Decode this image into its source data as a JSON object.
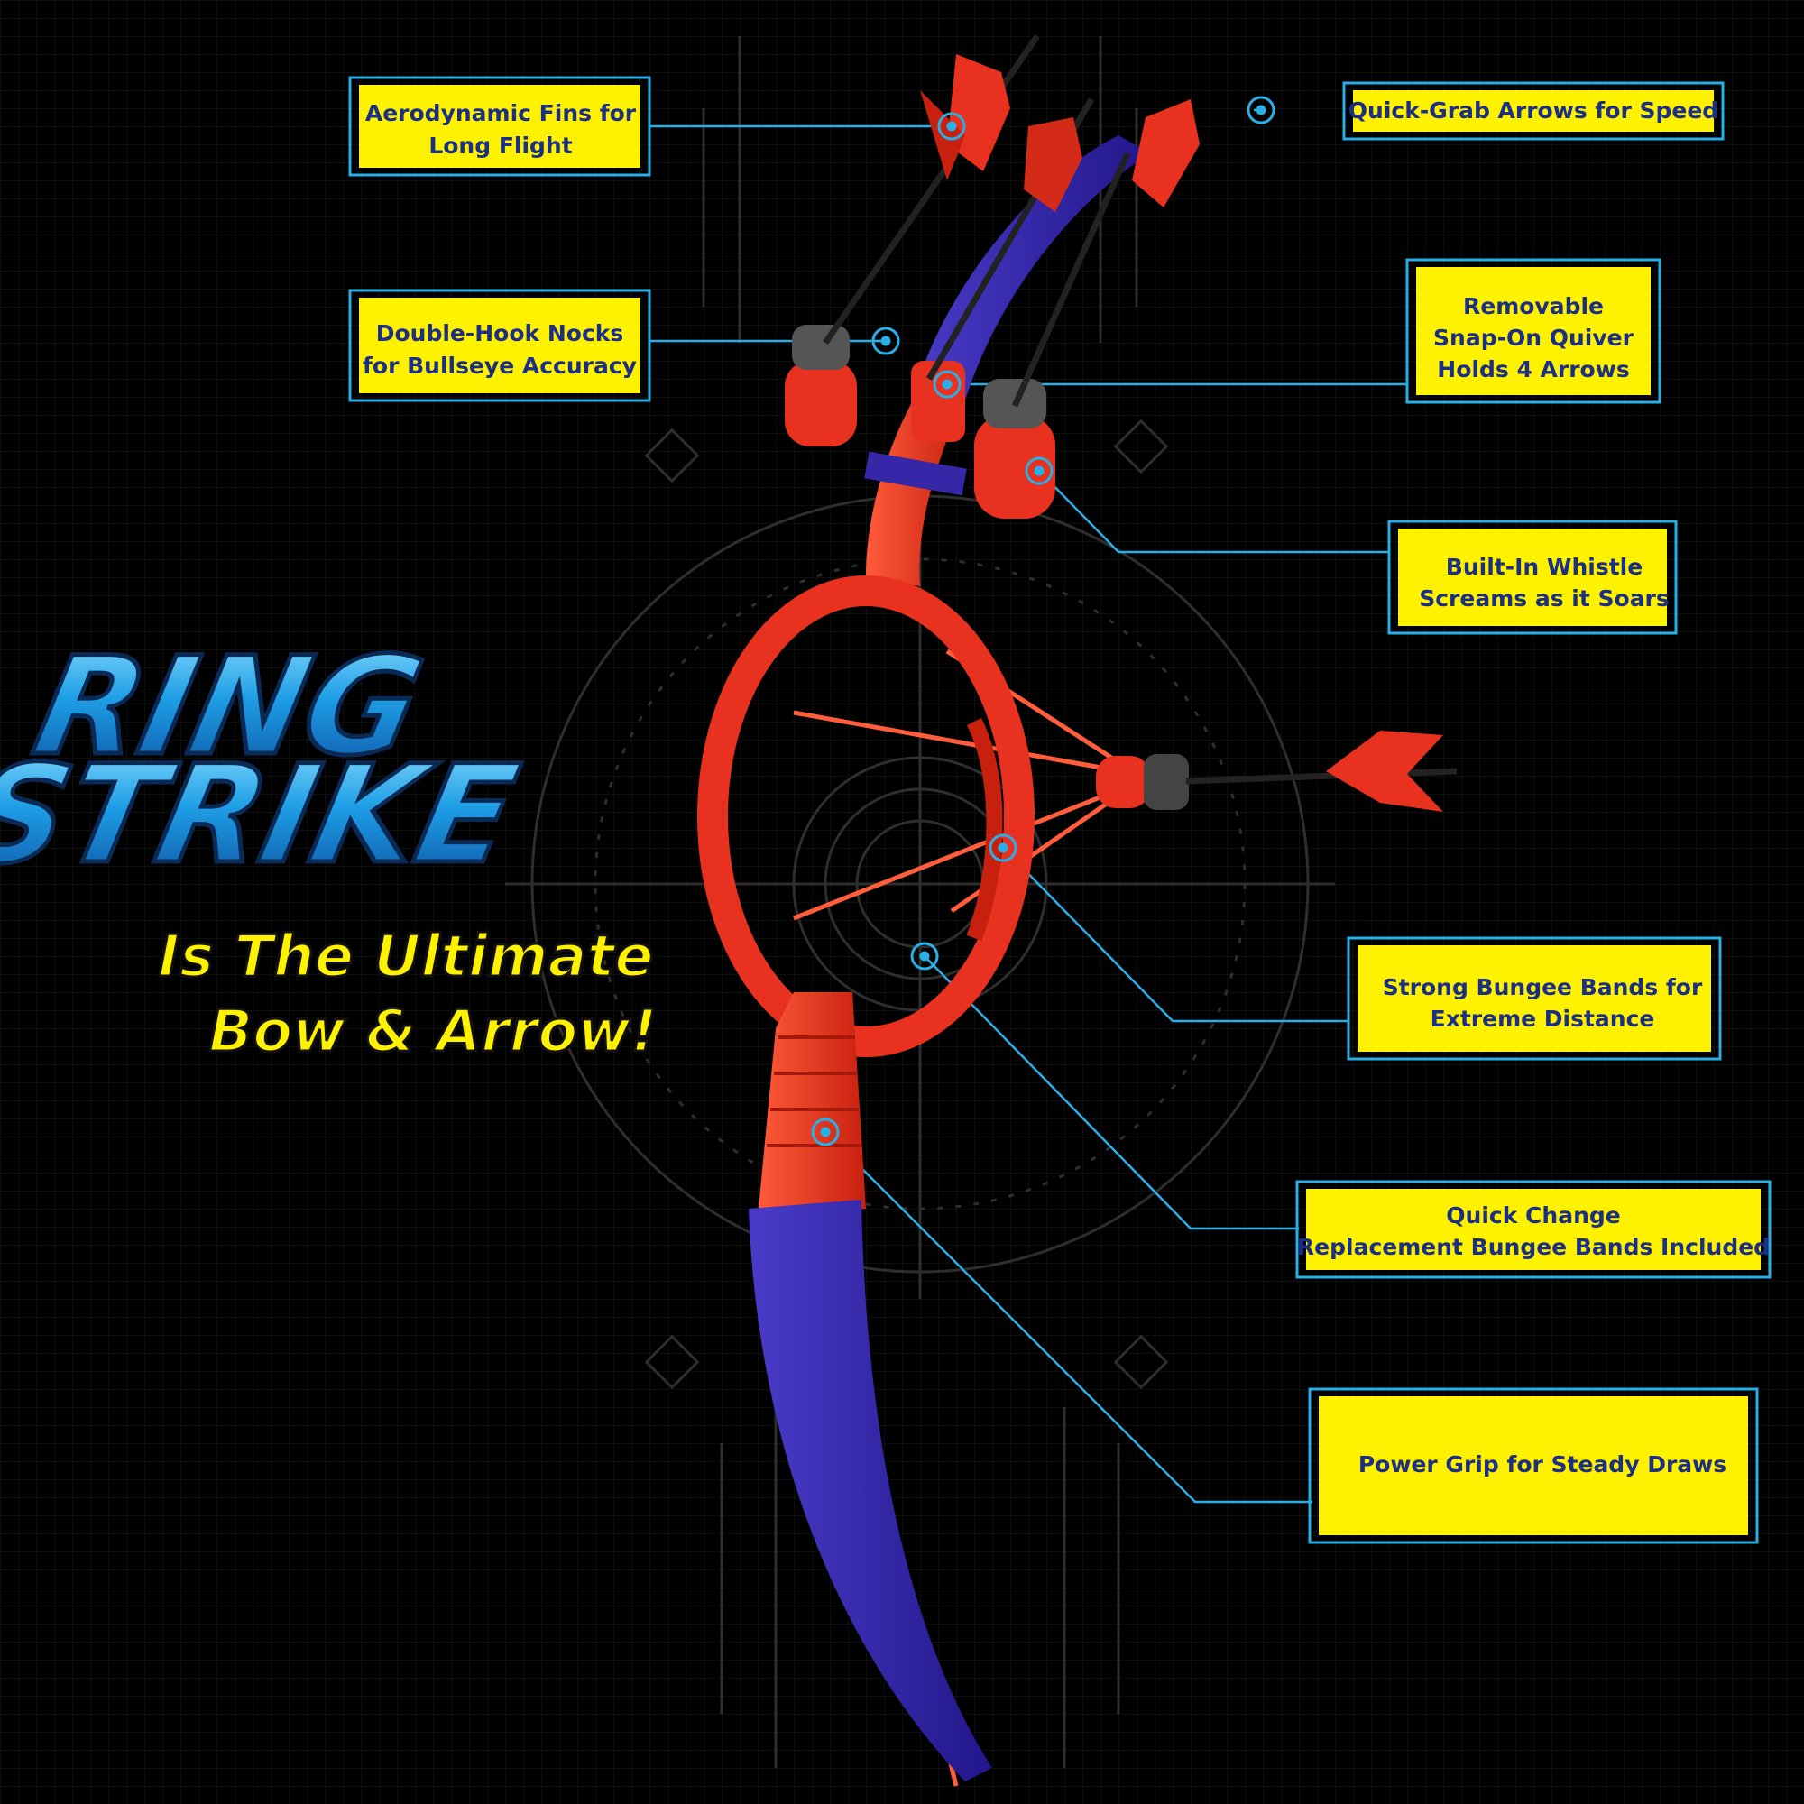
{
  "title": {
    "line1": "RING",
    "line2": "STRIKE",
    "tagline1": "Is The Ultimate",
    "tagline2": "Bow & Arrow!"
  },
  "callouts": [
    {
      "id": "fins",
      "lines": [
        "Aerodynamic Fins for",
        "Long Flight"
      ]
    },
    {
      "id": "quick-grab",
      "lines": [
        "Quick-Grab Arrows for Speed"
      ]
    },
    {
      "id": "nocks",
      "lines": [
        "Double-Hook Nocks",
        "for Bullseye Accuracy"
      ]
    },
    {
      "id": "quiver",
      "lines": [
        "Removable",
        "Snap-On Quiver",
        "Holds 4 Arrows"
      ]
    },
    {
      "id": "whistle",
      "lines": [
        "Built-In Whistle",
        "Screams as it Soars"
      ]
    },
    {
      "id": "bungee",
      "lines": [
        "Strong Bungee Bands for",
        "Extreme Distance"
      ]
    },
    {
      "id": "replacement",
      "lines": [
        "Quick Change",
        "Replacement Bungee Bands Included"
      ]
    },
    {
      "id": "grip",
      "lines": [
        "Power Grip for Steady Draws"
      ]
    }
  ],
  "colors": {
    "background": "#000000",
    "grid": "#1a1a1a",
    "callout_fill": "#fff200",
    "callout_border": "#29aee6",
    "callout_text": "#1c2f86",
    "bow_red": "#e8321f",
    "bow_blue": "#3527a8",
    "title_blue": "#1e9ee6",
    "tagline_yellow": "#fff200"
  }
}
